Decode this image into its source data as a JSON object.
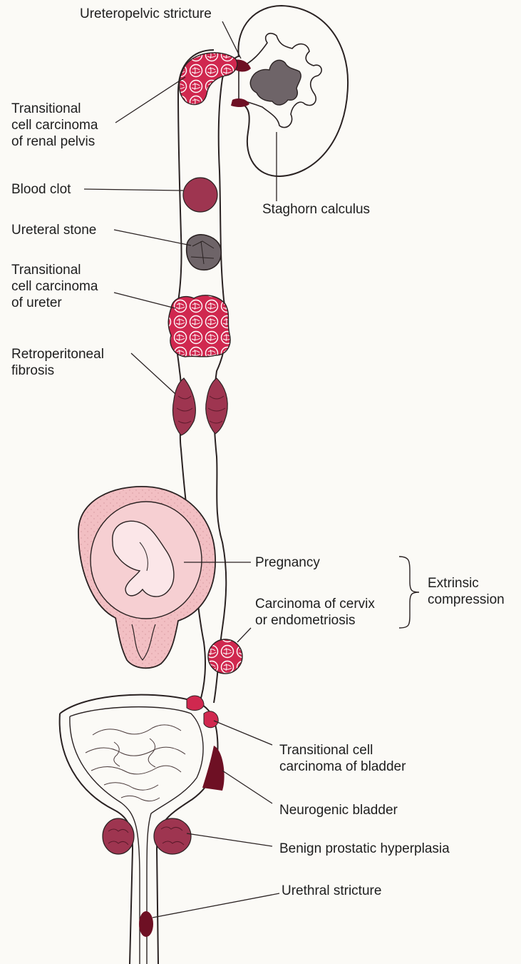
{
  "labels": {
    "ureteropelvic_stricture": "Ureteropelvic stricture",
    "tcc_renal_pelvis": "Transitional\ncell carcinoma\nof renal pelvis",
    "blood_clot": "Blood clot",
    "staghorn_calculus": "Staghorn calculus",
    "ureteral_stone": "Ureteral stone",
    "tcc_ureter": "Transitional\ncell carcinoma\nof ureter",
    "retroperitoneal_fibrosis": "Retroperitoneal\nfibrosis",
    "pregnancy": "Pregnancy",
    "carcinoma_cervix": "Carcinoma of cervix\nor endometriosis",
    "extrinsic_compression": "Extrinsic\ncompression",
    "tcc_bladder": "Transitional cell\ncarcinoma of bladder",
    "neurogenic_bladder": "Neurogenic bladder",
    "bph": "Benign prostatic hyperplasia",
    "urethral_stricture": "Urethral stricture"
  },
  "colors": {
    "background": "#fbfaf6",
    "outline": "#2a2222",
    "tumor_red": "#d0284f",
    "lesion_maroon": "#9e3550",
    "dark_maroon": "#6e1024",
    "stone_gray": "#6e6468",
    "uterus_pink": "#f2bfc3"
  }
}
